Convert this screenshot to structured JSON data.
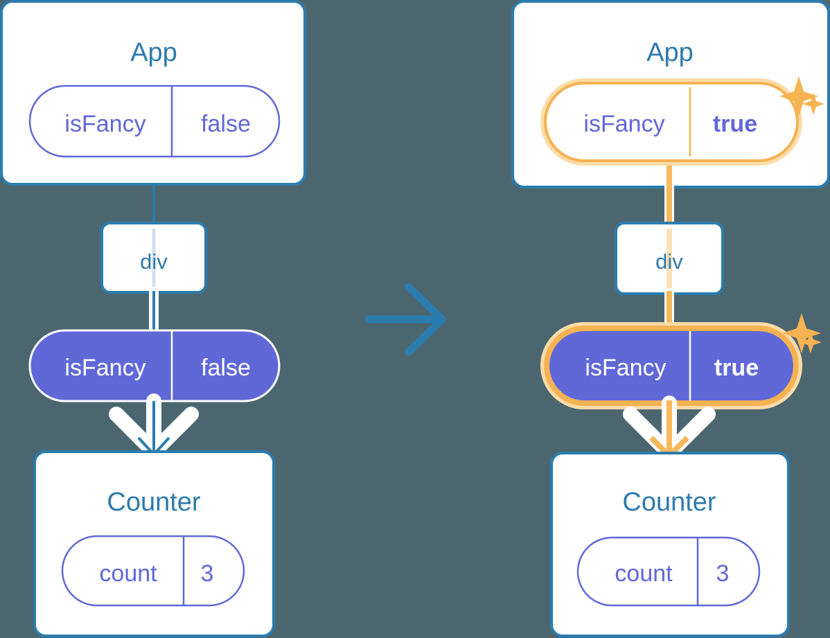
{
  "diagram": {
    "type": "react-state-propagation",
    "title": "",
    "background_color": "#4c6670",
    "transition_arrow_icon": "right-arrow-icon",
    "colors": {
      "card_border": "#2b7cae",
      "card_fill": "#ffffff",
      "title_text": "#2e7aac",
      "pill_purple": "#6068d8",
      "pill_text_light": "#ffffff",
      "highlight_ring": "#f5b252",
      "highlight_glow": "#fbdca8",
      "connector_blue": "#2b7cae",
      "connector_gold": "#f8b85c",
      "background": "#4c6670"
    }
  },
  "panels": [
    {
      "id": "before",
      "app": {
        "title": "App",
        "prop": {
          "name": "isFancy",
          "value": "false",
          "style": "outline",
          "highlighted": false,
          "bold_value": false
        }
      },
      "div": {
        "label": "div",
        "line_color": "#cfdff0"
      },
      "props_pill": {
        "name": "isFancy",
        "value": "false",
        "style": "filled",
        "highlighted": false,
        "bold_value": false
      },
      "counter": {
        "title": "Counter",
        "prop": {
          "name": "count",
          "value": "3",
          "style": "outline",
          "highlighted": false
        }
      },
      "connector_color": "#2b7cae",
      "sparkles": false
    },
    {
      "id": "after",
      "app": {
        "title": "App",
        "prop": {
          "name": "isFancy",
          "value": "true",
          "style": "outline",
          "highlighted": true,
          "bold_value": true
        }
      },
      "div": {
        "label": "div",
        "line_color": "#fbe2b5"
      },
      "props_pill": {
        "name": "isFancy",
        "value": "true",
        "style": "filled",
        "highlighted": true,
        "bold_value": true
      },
      "counter": {
        "title": "Counter",
        "prop": {
          "name": "count",
          "value": "3",
          "style": "outline",
          "highlighted": false
        }
      },
      "connector_color": "#f8b85c",
      "sparkles": true
    }
  ],
  "labels": {
    "app_title": "App",
    "counter_title": "Counter",
    "div_label": "div",
    "isfancy": "isFancy",
    "count": "count",
    "value_false": "false",
    "value_true": "true",
    "count_value": "3"
  }
}
